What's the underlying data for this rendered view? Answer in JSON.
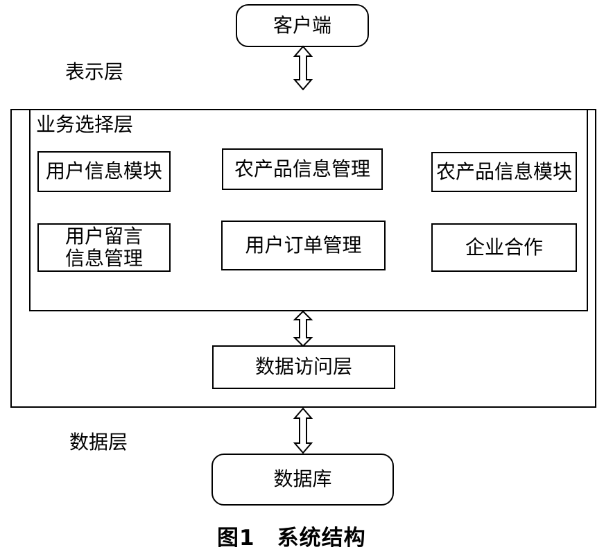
{
  "diagram": {
    "client": "客户端",
    "presentation_layer": "表示层",
    "business_layer": "业务选择层",
    "modules": {
      "user_info": "用户信息模块",
      "farm_product_mgmt": "农产品信息管理",
      "farm_product_module": "农产品信息模块",
      "user_message_line1": "用户留言",
      "user_message_line2": "信息管理",
      "order_mgmt": "用户订单管理",
      "enterprise": "企业合作"
    },
    "data_access_layer": "数据访问层",
    "data_layer": "数据层",
    "database": "数据库",
    "caption": "图1　系统结构"
  }
}
